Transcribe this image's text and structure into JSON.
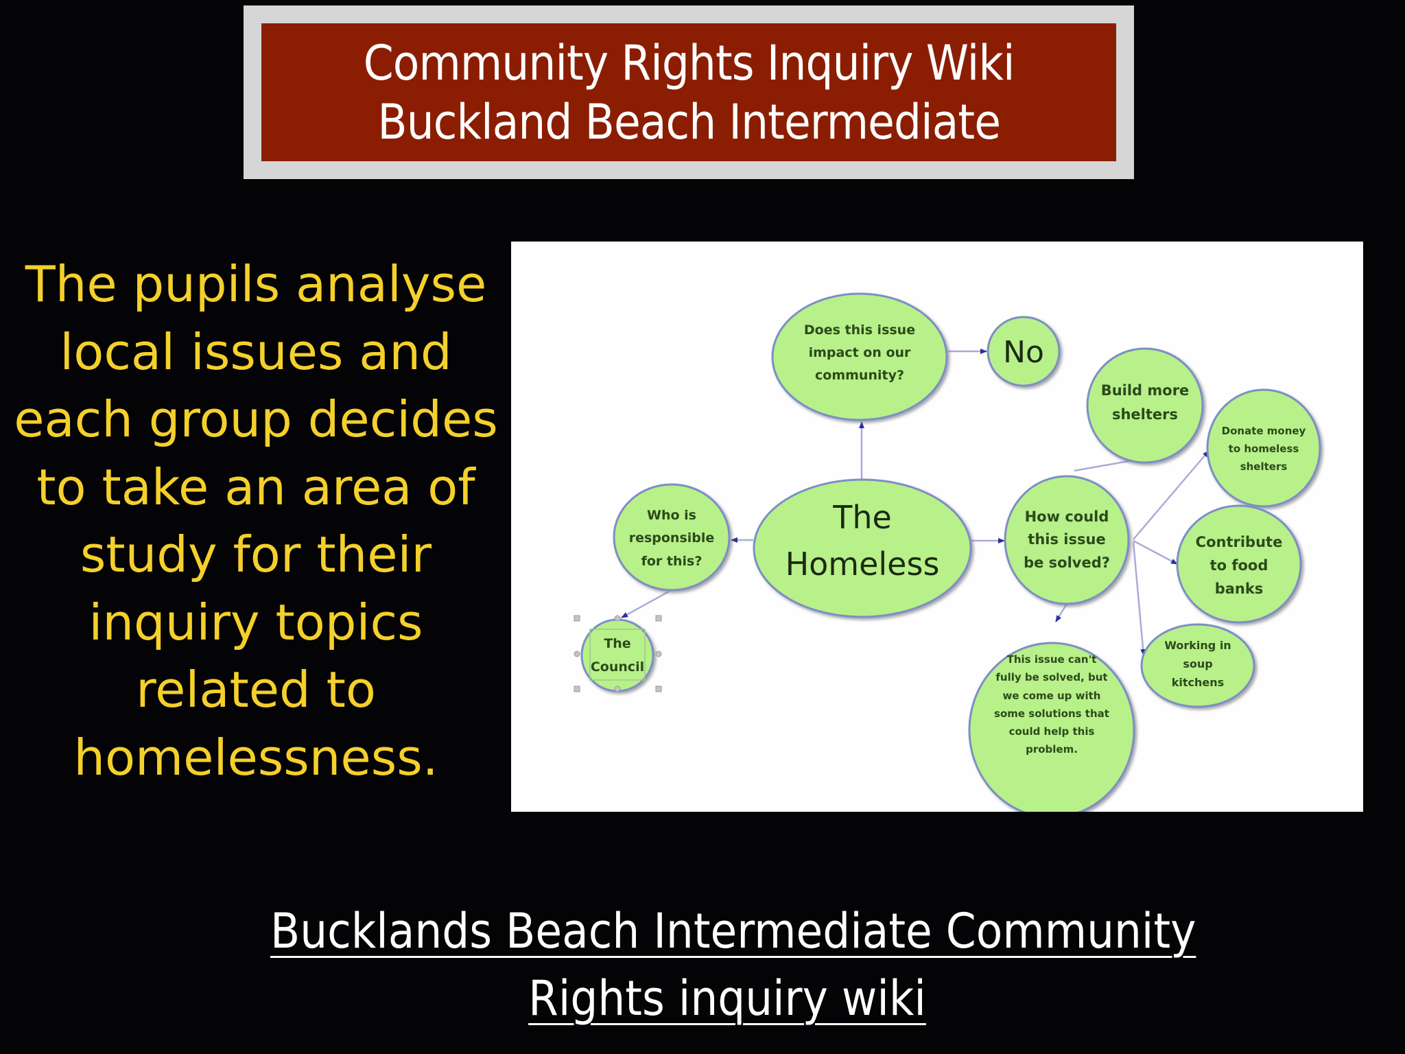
{
  "title": {
    "line1": "Community Rights Inquiry Wiki",
    "line2": "Buckland Beach Intermediate",
    "frame_color": "#d6d6d6",
    "background_color": "#8b1e02"
  },
  "description": {
    "lines": [
      "The pupils analyse",
      "local issues and",
      "each group decides",
      "to take an area of",
      "study for their",
      "inquiry topics",
      "related to",
      "homelessness."
    ],
    "color": "#f4d02c"
  },
  "mind_map": {
    "node_fill": "#b8f08a",
    "node_stroke": "#7c8fc4",
    "arrow_color": "#2a2fa0",
    "nodes": {
      "central": {
        "lines": [
          "The",
          "Homeless"
        ]
      },
      "impact_question": {
        "lines": [
          "Does this issue",
          "impact on our",
          "community?"
        ]
      },
      "no": {
        "lines": [
          "No"
        ]
      },
      "responsible_question": {
        "lines": [
          "Who is",
          "responsible",
          "for this?"
        ]
      },
      "council": {
        "lines": [
          "The",
          "Council"
        ]
      },
      "solve_question": {
        "lines": [
          "How could",
          "this issue",
          "be solved?"
        ]
      },
      "build_shelters": {
        "lines": [
          "Build more",
          "shelters"
        ]
      },
      "donate_money": {
        "lines": [
          "Donate money",
          "to homeless",
          "shelters"
        ]
      },
      "food_banks": {
        "lines": [
          "Contribute",
          "to food",
          "banks"
        ]
      },
      "soup_kitchens": {
        "lines": [
          "Working in",
          "soup",
          "kitchens"
        ]
      },
      "conclusion": {
        "lines": [
          "This issue can't",
          "fully be solved, but",
          "we come up with",
          "some solutions that",
          "could help this",
          "problem."
        ]
      }
    }
  },
  "footer": {
    "link_line1": "Bucklands Beach Intermediate Community",
    "link_line2": "Rights inquiry wiki"
  }
}
